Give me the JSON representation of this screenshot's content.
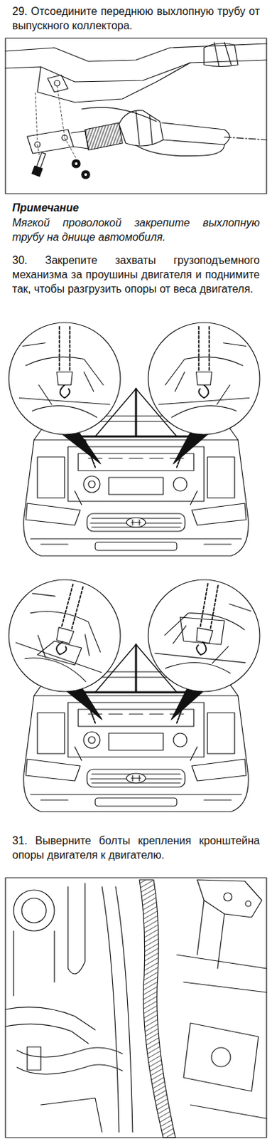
{
  "diagram": {
    "labels": [
      "29. Отсоедините переднюю выхлопную трубу от выпускного коллектора.",
      "Примечание",
      "Мягкой проволокой закрепите выхлопную трубу на днище автомобиля.",
      "30. Закрепите захваты грузоподъемного механизма за проушины двигателя и поднимите так, чтобы разгрузить опоры от веса двигателя.",
      "31. Выверните болты крепления кронштейна опоры двигателя к двигателю."
    ]
  }
}
